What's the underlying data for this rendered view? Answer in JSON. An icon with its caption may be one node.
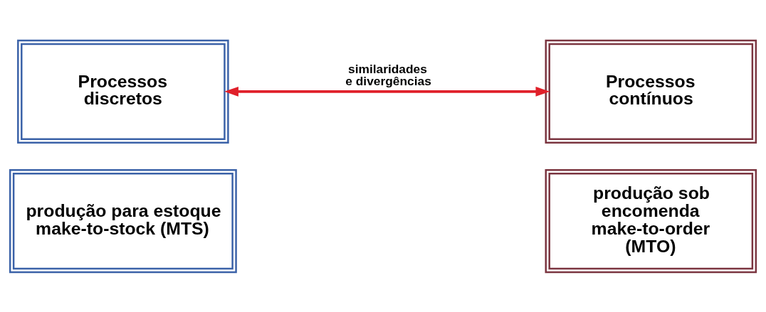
{
  "diagram": {
    "nodes": [
      {
        "text": [
          "Processos discretos"
        ]
      },
      {
        "text": [
          "Processos contínuos"
        ]
      },
      {
        "text": [
          "produção para estoque make-to-stock (MTS)"
        ]
      },
      {
        "text": [
          "produção sob encomenda make-to-order (MTO)"
        ]
      }
    ],
    "edges": [
      {
        "from": 0,
        "to": 1,
        "arrow": "both",
        "label": "similaridades e divergências",
        "color": "#e0202a"
      }
    ]
  }
}
